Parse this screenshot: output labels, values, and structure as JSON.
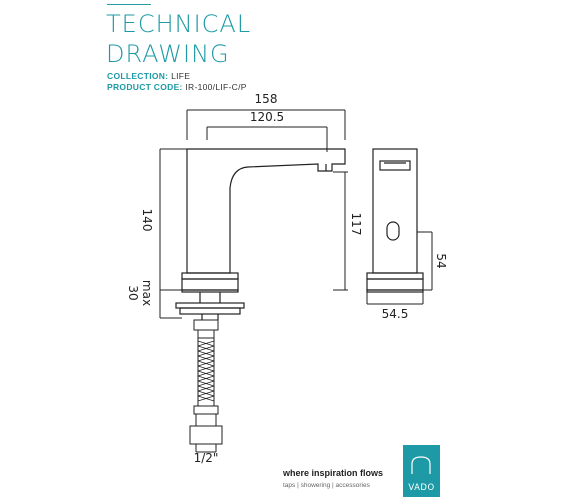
{
  "header": {
    "title_line1": "TECHNICAL",
    "title_line2": "DRAWING",
    "collection_label": "COLLECTION:",
    "collection_value": "LIFE",
    "product_code_label": "PRODUCT CODE:",
    "product_code_value": "IR-100/LIF-C/P"
  },
  "dimensions": {
    "overall_length": "158",
    "spout_reach": "120.5",
    "height": "140",
    "spout_height": "117",
    "max_deck": "max",
    "max_deck_value": "30",
    "base_depth": "54.5",
    "sensor_height": "54",
    "connector": "1/2\""
  },
  "footer": {
    "tagline": "where inspiration flows",
    "subtag": "taps | showering | accessories",
    "brand": "VADO"
  },
  "colors": {
    "accent": "#1d9aa5",
    "line": "#222222"
  }
}
